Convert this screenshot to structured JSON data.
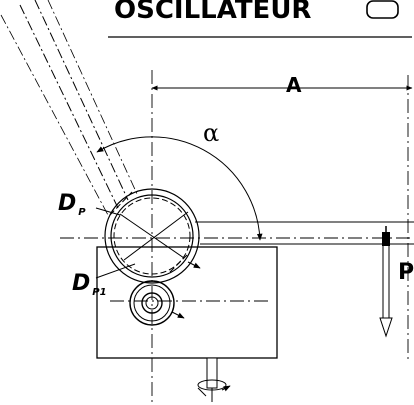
{
  "title": "OSCILLATEUR",
  "labels": {
    "dim_a": "A",
    "alpha": "α",
    "dp_main": "D",
    "dp_sub": "P",
    "dp1_main": "D",
    "dp1_sub": "P1",
    "force_p": "P"
  }
}
